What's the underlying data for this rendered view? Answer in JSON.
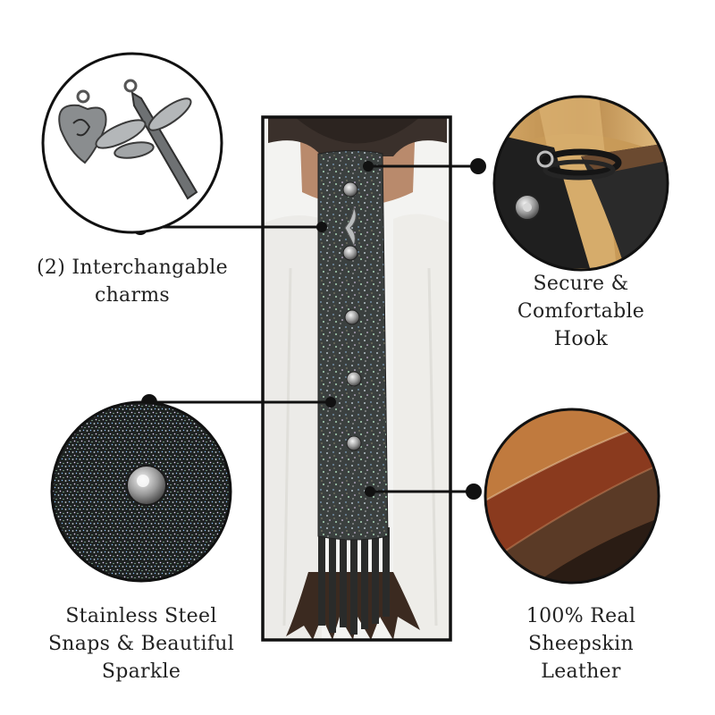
{
  "captions": {
    "charms": [
      "(2) Interchangable",
      "charms"
    ],
    "hook": [
      "Secure &",
      "Comfortable",
      "Hook"
    ],
    "snaps": [
      "Stainless Steel",
      "Snaps & Beautiful",
      "Sparkle"
    ],
    "leather": [
      "100% Real",
      "Sheepskin",
      "Leather"
    ]
  },
  "colors": {
    "frame": "#111111",
    "connector": "#111111",
    "sparkle_base": "#2f3433",
    "leather_red": "#8a3a1e",
    "leather_tan": "#b8743a",
    "leather_dark": "#3a2518",
    "hair_blonde": "#c89a58",
    "hair_dark": "#2a2320"
  },
  "features": [
    {
      "name": "charms-callout"
    },
    {
      "name": "hook-callout"
    },
    {
      "name": "snaps-callout"
    },
    {
      "name": "leather-callout"
    }
  ]
}
